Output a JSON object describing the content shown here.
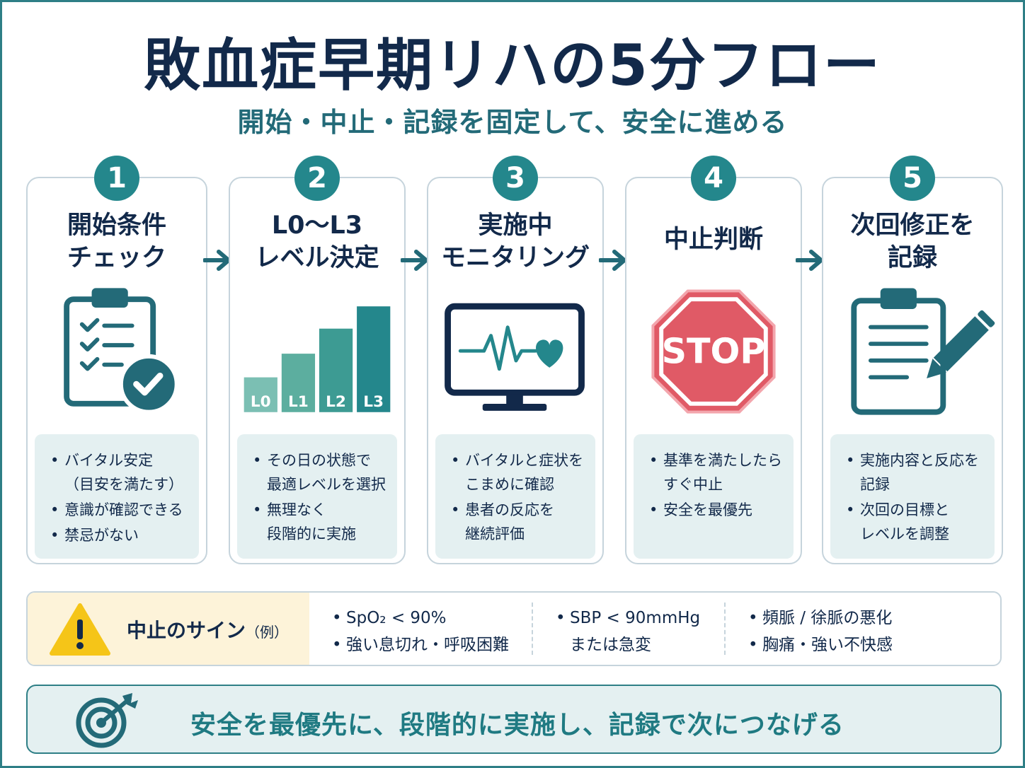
{
  "header": {
    "title": "敗血症早期リハの5分フロー",
    "subtitle": "開始・中止・記録を固定して、安全に進める"
  },
  "steps": [
    {
      "number": "1",
      "title_line1": "開始条件",
      "title_line2": "チェック",
      "icon": "clipboard-check-icon",
      "bullets": [
        "バイタル安定\n（目安を満たす）",
        "意識が確認できる",
        "禁忌がない"
      ]
    },
    {
      "number": "2",
      "title_line1": "L0〜L3",
      "title_line2": "レベル決定",
      "icon": "level-bars-icon",
      "levels": [
        "L0",
        "L1",
        "L2",
        "L3"
      ],
      "bullets": [
        "その日の状態で\n最適レベルを選択",
        "無理なく\n段階的に実施"
      ]
    },
    {
      "number": "3",
      "title_line1": "実施中",
      "title_line2": "モニタリング",
      "icon": "heart-monitor-icon",
      "bullets": [
        "バイタルと症状を\nこまめに確認",
        "患者の反応を\n継続評価"
      ]
    },
    {
      "number": "4",
      "title_line1": "中止判断",
      "title_line2": "",
      "icon": "stop-sign-icon",
      "stop_text": "STOP",
      "bullets": [
        "基準を満たしたら\nすぐ中止",
        "安全を最優先"
      ]
    },
    {
      "number": "5",
      "title_line1": "次回修正を",
      "title_line2": "記録",
      "icon": "clipboard-pencil-icon",
      "bullets": [
        "実施内容と反応を\n記録",
        "次回の目標と\nレベルを調整"
      ]
    }
  ],
  "stop_signs": {
    "title": "中止のサイン",
    "title_suffix": "（例）",
    "icon": "warning-icon",
    "col1": [
      "SpO₂ < 90%",
      "強い息切れ・呼吸困難"
    ],
    "col2": [
      "SBP < 90mmHg",
      "または急変"
    ],
    "col3": [
      "頻脈 / 徐脈の悪化",
      "胸痛・強い不快感"
    ]
  },
  "footer": {
    "icon": "target-icon",
    "text": "安全を最優先に、段階的に実施し、記録で次につなげる"
  },
  "colors": {
    "navy": "#12294a",
    "teal": "#24878c",
    "light_teal": "#e4f0f1",
    "stop_red": "#e05a66",
    "warning_yellow": "#f5c518"
  }
}
